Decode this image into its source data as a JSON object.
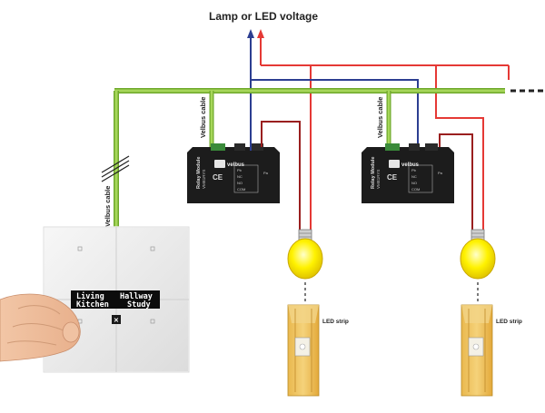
{
  "title": "Lamp or LED voltage",
  "velbus_cable_label": "Velbus cable",
  "module": {
    "name": "Relay Module",
    "brand": "velbus",
    "model": "VMB1RYS",
    "terminal_labels": [
      "Pb",
      "NC",
      "NO",
      "COM",
      "Pa"
    ]
  },
  "panel": {
    "labels": [
      "Living",
      "Kitchen",
      "Hallway",
      "Study"
    ]
  },
  "led_strip_label": "LED strip",
  "colors": {
    "velbus": "#8cc63f",
    "live": "#e53935",
    "neutral": "#2c3e91",
    "switched": "#9a1f1f",
    "bulb": "#fff200"
  },
  "icons": {
    "bulb": "light-bulb-icon",
    "hand": "hand-icon",
    "led_strip": "led-strip-icon"
  }
}
